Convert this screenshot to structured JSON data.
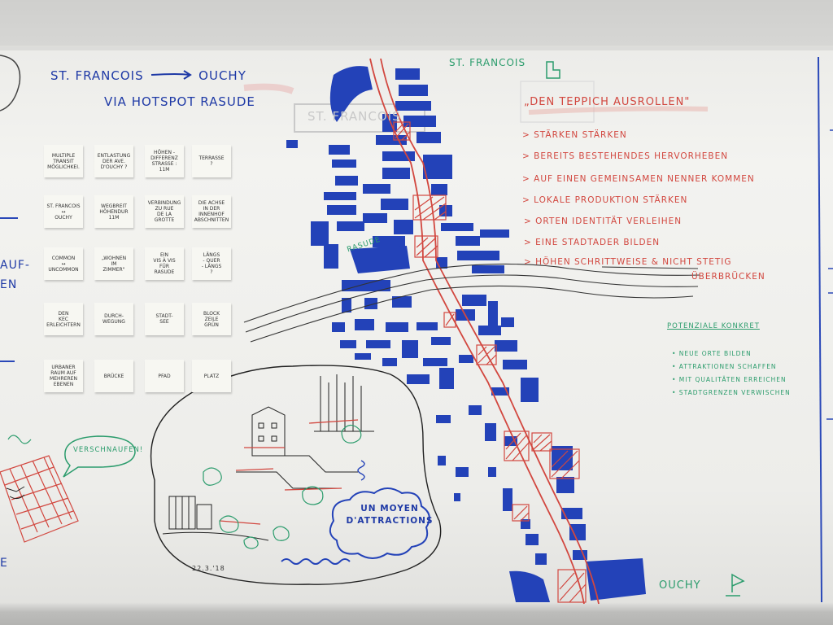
{
  "left_title": {
    "line1_from": "ST. FRANCOIS",
    "line1_to": "OUCHY",
    "line2": "VIA HOTSPOT RASUDE"
  },
  "sticky_notes": [
    "MULTIPLE\nTRANSIT\nMÖGLICHKEI.",
    "ENTLASTUNG\nDER AVE.\nD'OUCHY ?",
    "HÖHEN -\nDIFFERENZ\nSTRASSE :\n11m",
    "TERRASSE\n?",
    "ST. FRANCOIS\n↔\nOUCHY",
    "WEGBREIT\nHÖHENDUR\n11m",
    "VERBINDUNG\nZU RUE\nDE LA\nGROTTE",
    "DIE ACHSE\nIN DER\nINNENHOF\nABSCHNITTEN",
    "COMMON\n↔\nUNCOMMON",
    "„WOHNEN\nIM\nZIMMER\"",
    "EIN\nVIS À VIS\nFÜR\nRASUDE",
    "LÄNGS\n- QUER\n- LÄNGS\n?",
    "DEN\nKEC\nERLEICHTERN",
    "DURCH-\nWEGUNG",
    "STADT-\nSEE",
    "BLOCK\nZEILE\nGRÜN",
    "URBANER\nRAUM AUF\nMEHREREN\nEBENEN",
    "BRÜCKE",
    "PFAD",
    "PLATZ"
  ],
  "map": {
    "top_label": "ST. FRANCOIS",
    "bottom_label": "OUCHY",
    "rasude_label": "RASUDE",
    "faded_label": "ST. FRANCOIS"
  },
  "right_notes": {
    "heading": "„DEN TEPPICH AUSROLLEN\"",
    "items": [
      "> STÄRKEN STÄRKEN",
      "> BEREITS BESTEHENDES HERVORHEBEN",
      "> AUF EINEN GEMEINSAMEN NENNER KOMMEN",
      "> LOKALE PRODUKTION STÄRKEN",
      "> ORTEN IDENTITÄT VERLEIHEN",
      "> EINE STADTADER BILDEN",
      "> HÖHEN SCHRITTWEISE & NICHT STETIG",
      "ÜBERBRÜCKEN"
    ]
  },
  "potential": {
    "heading": "POTENZIALE KONKRET",
    "items": [
      "• NEUE ORTE BILDEN",
      "• ATTRAKTIONEN SCHAFFEN",
      "• MIT QUALITÄTEN ERREICHEN",
      "• STADTGRENZEN VERWISCHEN"
    ]
  },
  "sketch": {
    "bubble": "UN MOYEN\nD'ATTRACTIONS",
    "signature": "22.3.'18"
  },
  "left_edge": {
    "bubble": "VERSCHNAUFEN!",
    "fragment_a": "AUF-",
    "fragment_b": "EN",
    "fragment_c": "E"
  },
  "colors": {
    "marker_blue": "#1f3aa6",
    "marker_red": "#d2473f",
    "marker_green": "#2b9c6c",
    "board": "#f1f1ee"
  }
}
